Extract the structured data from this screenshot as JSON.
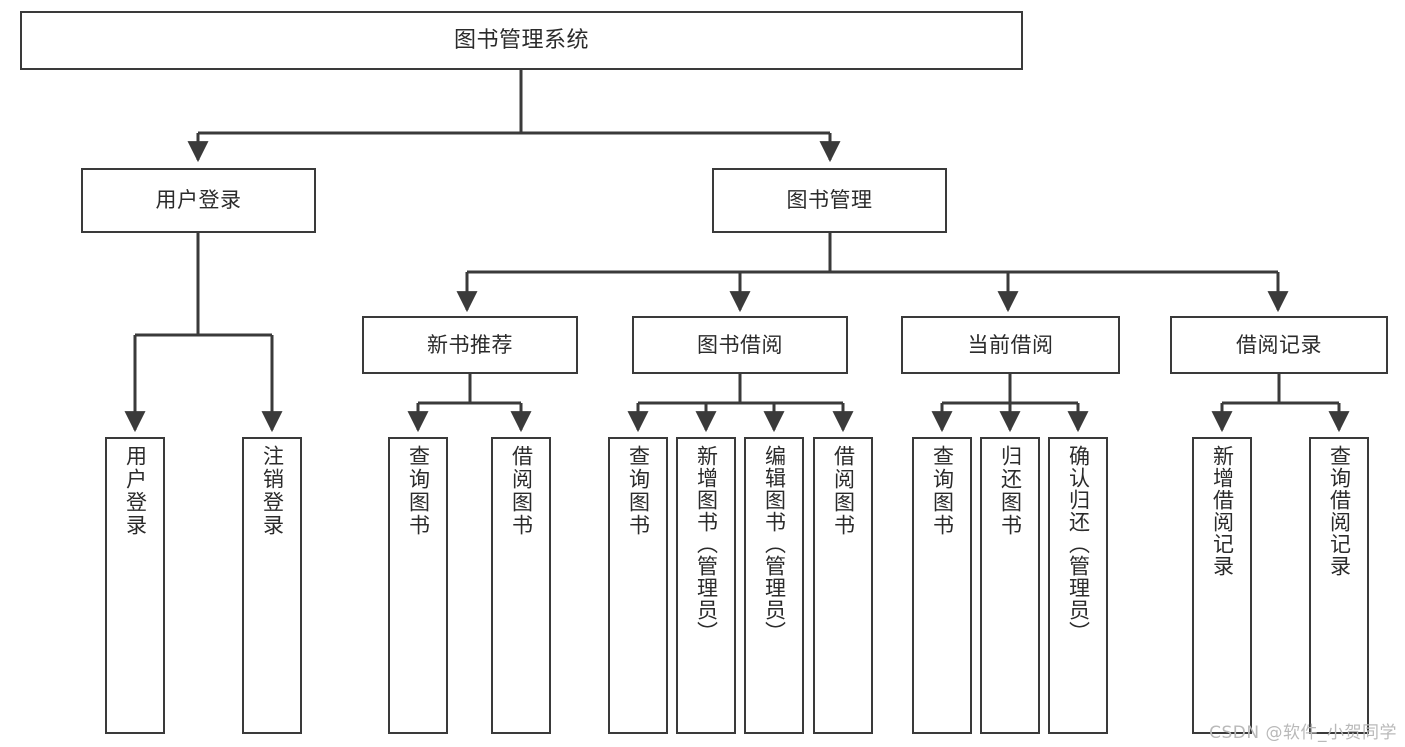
{
  "diagram": {
    "title": "图书管理系统",
    "type": "tree",
    "watermark": "CSDN @软件_小贺同学",
    "colors": {
      "box_border": "#3a3a3a",
      "box_fill": "#ffffff",
      "connector": "#3a3a3a",
      "text": "#2b2b2b",
      "watermark": "#b9b9b9",
      "background": "#ffffff"
    },
    "root": {
      "label": "图书管理系统"
    },
    "level2": [
      {
        "label": "用户登录"
      },
      {
        "label": "图书管理"
      }
    ],
    "level3": [
      {
        "label": "新书推荐"
      },
      {
        "label": "图书借阅"
      },
      {
        "label": "当前借阅"
      },
      {
        "label": "借阅记录"
      }
    ],
    "leaves": {
      "user_login": [
        {
          "label": "用户登录"
        },
        {
          "label": "注销登录"
        }
      ],
      "new_book_recommend": [
        {
          "label": "查询图书"
        },
        {
          "label": "借阅图书"
        }
      ],
      "book_borrow": [
        {
          "label": "查询图书"
        },
        {
          "label": "新增图书（管理员）"
        },
        {
          "label": "编辑图书（管理员）"
        },
        {
          "label": "借阅图书"
        }
      ],
      "current_borrow": [
        {
          "label": "查询图书"
        },
        {
          "label": "归还图书"
        },
        {
          "label": "确认归还（管理员）"
        }
      ],
      "borrow_record": [
        {
          "label": "新增借阅记录"
        },
        {
          "label": "查询借阅记录"
        }
      ]
    }
  }
}
